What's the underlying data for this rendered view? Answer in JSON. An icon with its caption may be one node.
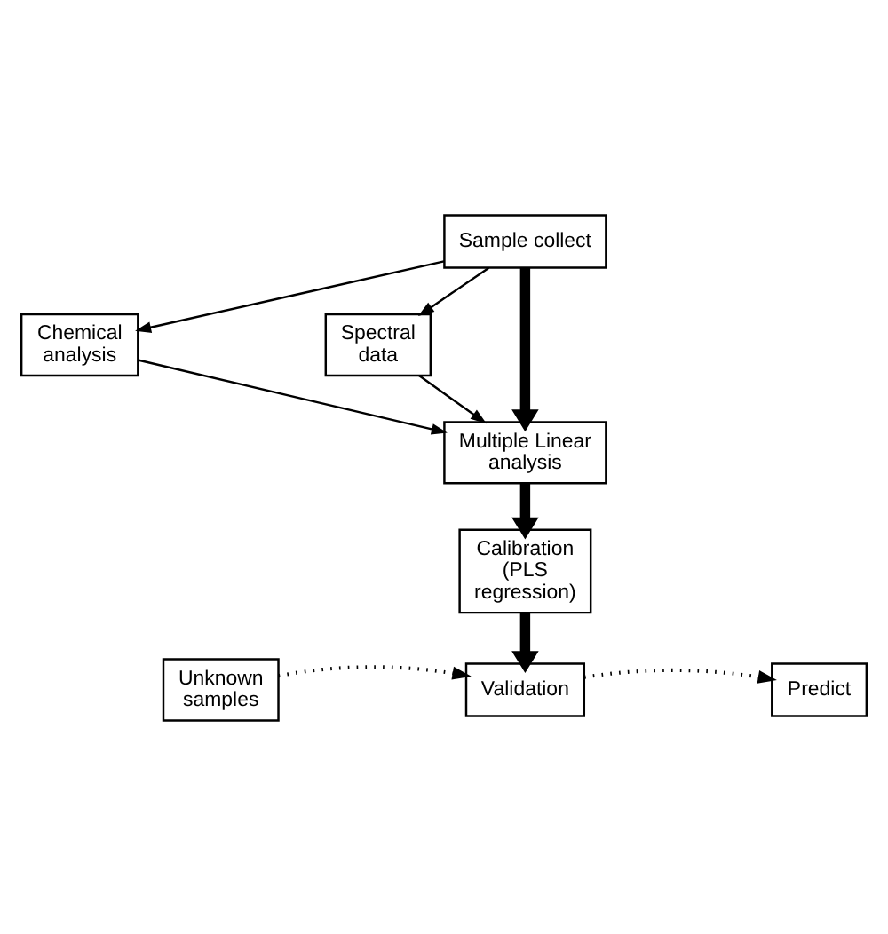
{
  "diagram": {
    "nodes": [
      {
        "text": [
          "Sample collect"
        ]
      },
      {
        "text": [
          "Chemical analysis"
        ]
      },
      {
        "text": [
          "Spectral data"
        ]
      },
      {
        "text": [
          "Multiple Linear analysis"
        ]
      },
      {
        "text": [
          "Calibration (PLS regression)"
        ]
      },
      {
        "text": [
          "Validation"
        ]
      },
      {
        "text": [
          "Unknown samples"
        ]
      },
      {
        "text": [
          "Predict"
        ]
      }
    ],
    "edges": [
      {
        "from": 0,
        "to": 1,
        "arrow": "to"
      },
      {
        "from": 0,
        "to": 3,
        "arrow": "to",
        "style": "thick"
      },
      {
        "from": 0,
        "to": 2,
        "arrow": "to"
      },
      {
        "from": 1,
        "to": 3,
        "arrow": "to"
      },
      {
        "from": 2,
        "to": 3,
        "arrow": "to"
      },
      {
        "from": 3,
        "to": 4,
        "arrow": "to",
        "style": "thick"
      },
      {
        "from": 4,
        "to": 5,
        "arrow": "to",
        "style": "thick"
      },
      {
        "from": 6,
        "to": 5,
        "arrow": "to",
        "style": "dashed"
      },
      {
        "from": 5,
        "to": 7,
        "arrow": "to",
        "style": "dashed"
      }
    ]
  }
}
